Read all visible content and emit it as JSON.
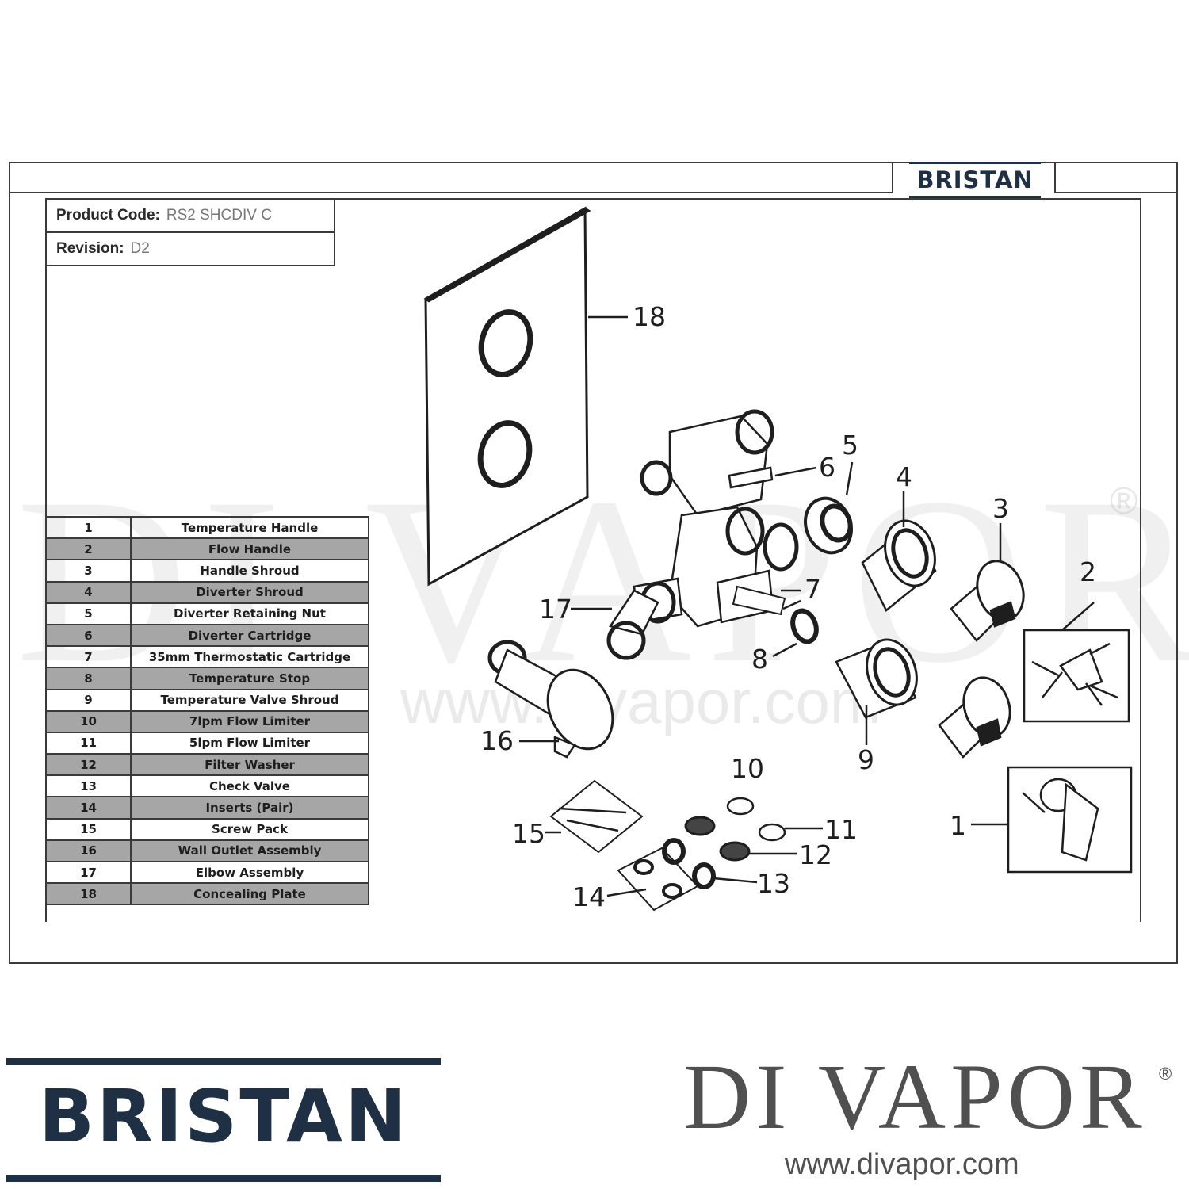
{
  "header": {
    "brand": "BRISTAN",
    "product_code_label": "Product Code:",
    "product_code_value": "RS2 SHCDIV C",
    "revision_label": "Revision:",
    "revision_value": "D2"
  },
  "parts": [
    {
      "num": "1",
      "name": "Temperature Handle"
    },
    {
      "num": "2",
      "name": "Flow Handle"
    },
    {
      "num": "3",
      "name": "Handle Shroud"
    },
    {
      "num": "4",
      "name": "Diverter Shroud"
    },
    {
      "num": "5",
      "name": "Diverter Retaining Nut"
    },
    {
      "num": "6",
      "name": "Diverter Cartridge"
    },
    {
      "num": "7",
      "name": "35mm Thermostatic Cartridge"
    },
    {
      "num": "8",
      "name": "Temperature Stop"
    },
    {
      "num": "9",
      "name": "Temperature Valve Shroud"
    },
    {
      "num": "10",
      "name": "7lpm Flow Limiter"
    },
    {
      "num": "11",
      "name": "5lpm Flow Limiter"
    },
    {
      "num": "12",
      "name": "Filter Washer"
    },
    {
      "num": "13",
      "name": "Check Valve"
    },
    {
      "num": "14",
      "name": "Inserts (Pair)"
    },
    {
      "num": "15",
      "name": "Screw Pack"
    },
    {
      "num": "16",
      "name": "Wall Outlet Assembly"
    },
    {
      "num": "17",
      "name": "Elbow Assembly"
    },
    {
      "num": "18",
      "name": "Concealing Plate"
    }
  ],
  "callouts": [
    "18",
    "6",
    "5",
    "4",
    "3",
    "2",
    "7",
    "17",
    "8",
    "16",
    "9",
    "10",
    "11",
    "12",
    "13",
    "14",
    "15",
    "1"
  ],
  "watermark": {
    "text": "DI VAPOR",
    "reg": "®",
    "url": "www.divapor.com"
  },
  "footer": {
    "brand": "BRISTAN",
    "divapor_logo": "DI VAPOR",
    "divapor_reg": "®",
    "divapor_url": "www.divapor.com"
  },
  "colors": {
    "brand_navy": "#1f2f44",
    "table_shade": "#a6a6a6",
    "line": "#3a3a3a"
  }
}
